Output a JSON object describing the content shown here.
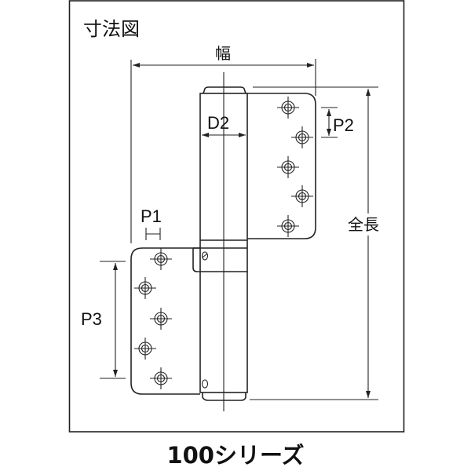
{
  "title": "寸法図",
  "series_label": "100シリーズ",
  "dimensions": {
    "width": "幅",
    "total_length": "全長",
    "d2": "D2",
    "p1": "P1",
    "p2": "P2",
    "p3": "P3"
  },
  "colors": {
    "line": "#222222",
    "background": "#ffffff"
  }
}
